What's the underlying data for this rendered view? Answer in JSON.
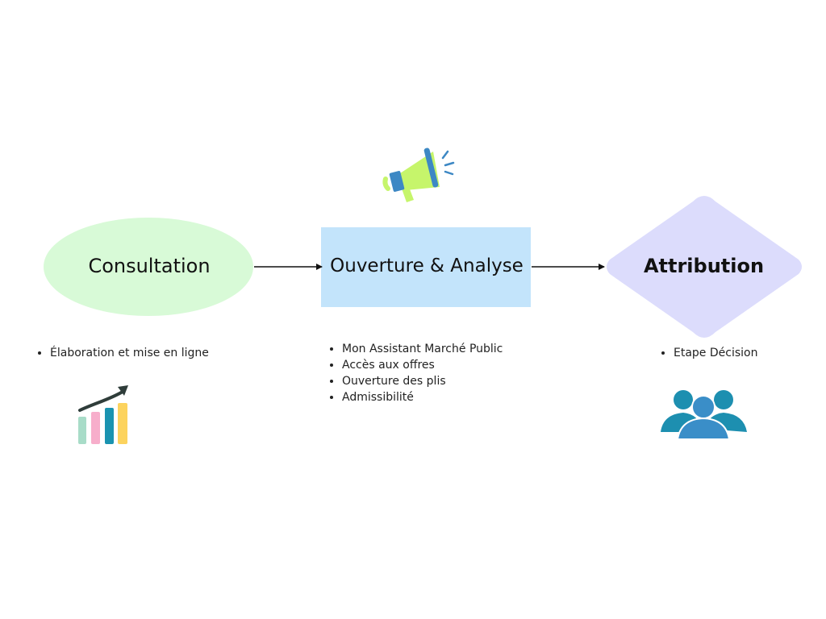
{
  "diagram": {
    "nodes": [
      {
        "id": "consultation",
        "label": "Consultation",
        "shape": "ellipse",
        "fill": "#d8fad7"
      },
      {
        "id": "ouverture",
        "label": "Ouverture & Analyse",
        "shape": "rectangle",
        "fill": "#c3e4fb"
      },
      {
        "id": "attribution",
        "label": "Attribution",
        "shape": "diamond",
        "fill": "#dcdcfc"
      }
    ],
    "edges": [
      {
        "from": "consultation",
        "to": "ouverture"
      },
      {
        "from": "ouverture",
        "to": "attribution"
      }
    ],
    "consultation_items": [
      "Élaboration et mise en ligne"
    ],
    "ouverture_items": [
      "Mon Assistant Marché Public",
      "Accès aux offres",
      "Ouverture des plis",
      "Admissibilité"
    ],
    "attribution_items": [
      "Etape Décision"
    ]
  },
  "icons": {
    "megaphone": "megaphone-icon",
    "growth_chart": "growth-chart-icon",
    "team": "team-icon"
  },
  "colors": {
    "megaphone_body": "#c6f56b",
    "megaphone_accent": "#3d88c4",
    "team": "#1d8fb0",
    "bar_1": "#a8dcc8",
    "bar_2": "#f7aecb",
    "bar_3": "#1a93b0",
    "bar_4": "#fcd35e",
    "arrow": "#2f3d3a"
  }
}
